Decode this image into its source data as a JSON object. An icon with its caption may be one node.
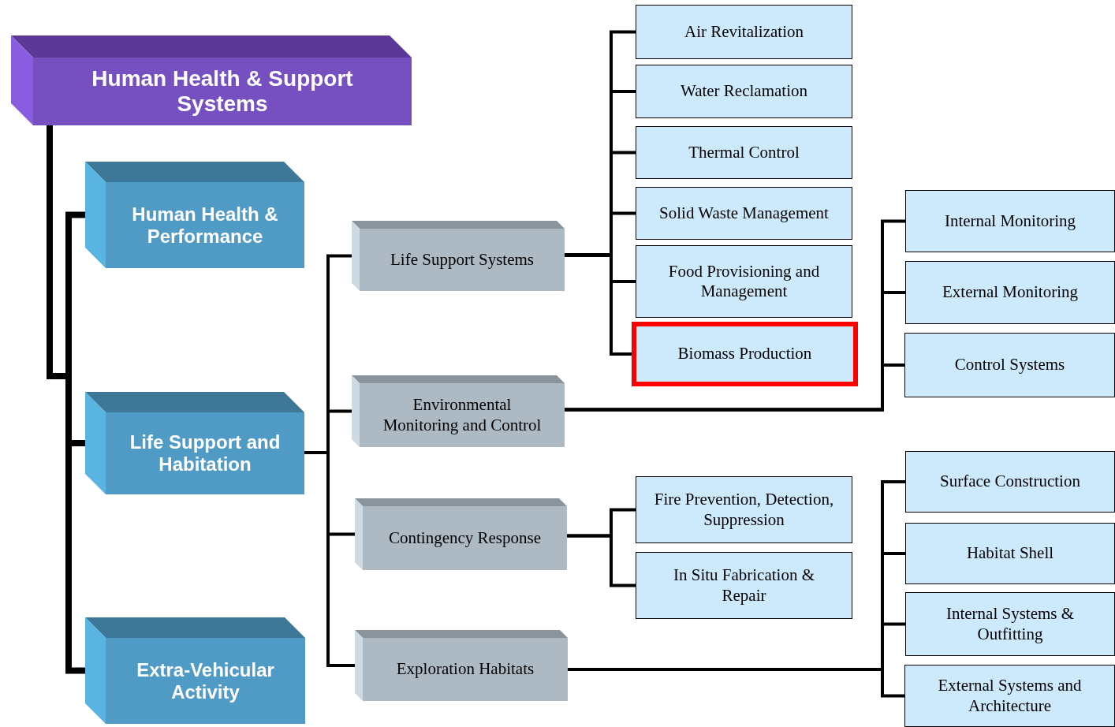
{
  "diagram": {
    "nodes": [
      {
        "text": [
          "Human Health & Support Systems"
        ]
      },
      {
        "text": [
          "Human Health & Performance"
        ]
      },
      {
        "text": [
          "Life Support and Habitation"
        ]
      },
      {
        "text": [
          "Extra-Vehicular Activity"
        ]
      },
      {
        "text": [
          "Life Support Systems"
        ]
      },
      {
        "text": [
          "Environmental Monitoring and Control"
        ]
      },
      {
        "text": [
          "Contingency Response"
        ]
      },
      {
        "text": [
          "Exploration Habitats"
        ]
      },
      {
        "text": [
          "Air Revitalization"
        ]
      },
      {
        "text": [
          "Water Reclamation"
        ]
      },
      {
        "text": [
          "Thermal Control"
        ]
      },
      {
        "text": [
          "Solid Waste Management"
        ]
      },
      {
        "text": [
          "Food Provisioning and Management"
        ]
      },
      {
        "text": [
          "Biomass Production"
        ]
      },
      {
        "text": [
          "Internal Monitoring"
        ]
      },
      {
        "text": [
          "External Monitoring"
        ]
      },
      {
        "text": [
          "Control Systems"
        ]
      },
      {
        "text": [
          "Fire Prevention, Detection, Suppression"
        ]
      },
      {
        "text": [
          "In Situ Fabrication & Repair"
        ]
      },
      {
        "text": [
          "Surface Construction"
        ]
      },
      {
        "text": [
          "Habitat Shell"
        ]
      },
      {
        "text": [
          "Internal Systems & Outfitting"
        ]
      },
      {
        "text": [
          "External Systems and Architecture"
        ]
      }
    ],
    "edges": [
      {
        "from": 0,
        "to": 1,
        "arrow": "none",
        "style": "thick"
      },
      {
        "from": 0,
        "to": 2,
        "arrow": "none",
        "style": "thick"
      },
      {
        "from": 0,
        "to": 3,
        "arrow": "none",
        "style": "thick"
      },
      {
        "from": 2,
        "to": 4,
        "arrow": "none"
      },
      {
        "from": 2,
        "to": 5,
        "arrow": "none"
      },
      {
        "from": 2,
        "to": 6,
        "arrow": "none"
      },
      {
        "from": 2,
        "to": 7,
        "arrow": "none"
      },
      {
        "from": 4,
        "to": 8,
        "arrow": "none"
      },
      {
        "from": 4,
        "to": 9,
        "arrow": "none"
      },
      {
        "from": 4,
        "to": 10,
        "arrow": "none"
      },
      {
        "from": 4,
        "to": 11,
        "arrow": "none"
      },
      {
        "from": 4,
        "to": 12,
        "arrow": "none"
      },
      {
        "from": 4,
        "to": 13,
        "arrow": "none"
      },
      {
        "from": 5,
        "to": 14,
        "arrow": "none"
      },
      {
        "from": 5,
        "to": 15,
        "arrow": "none"
      },
      {
        "from": 5,
        "to": 16,
        "arrow": "none"
      },
      {
        "from": 6,
        "to": 17,
        "arrow": "none"
      },
      {
        "from": 6,
        "to": 18,
        "arrow": "none"
      },
      {
        "from": 7,
        "to": 19,
        "arrow": "none"
      },
      {
        "from": 7,
        "to": 20,
        "arrow": "none"
      },
      {
        "from": 7,
        "to": 21,
        "arrow": "none"
      },
      {
        "from": 7,
        "to": 22,
        "arrow": "none"
      }
    ]
  }
}
